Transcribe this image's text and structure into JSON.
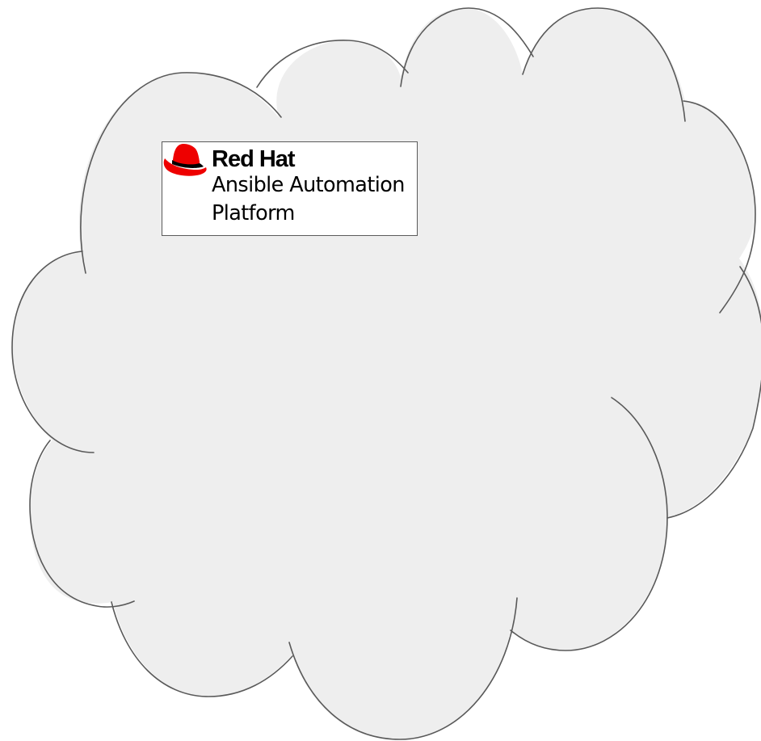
{
  "diagram": {
    "shape": "cloud",
    "fill_color": "#eeeeee",
    "stroke_color": "#595959",
    "logo": {
      "brand": "Red Hat",
      "product_line1": "Ansible Automation",
      "product_line2": "Platform",
      "brand_color": "#ee0000",
      "icon": "red-hat-fedora-icon"
    }
  }
}
